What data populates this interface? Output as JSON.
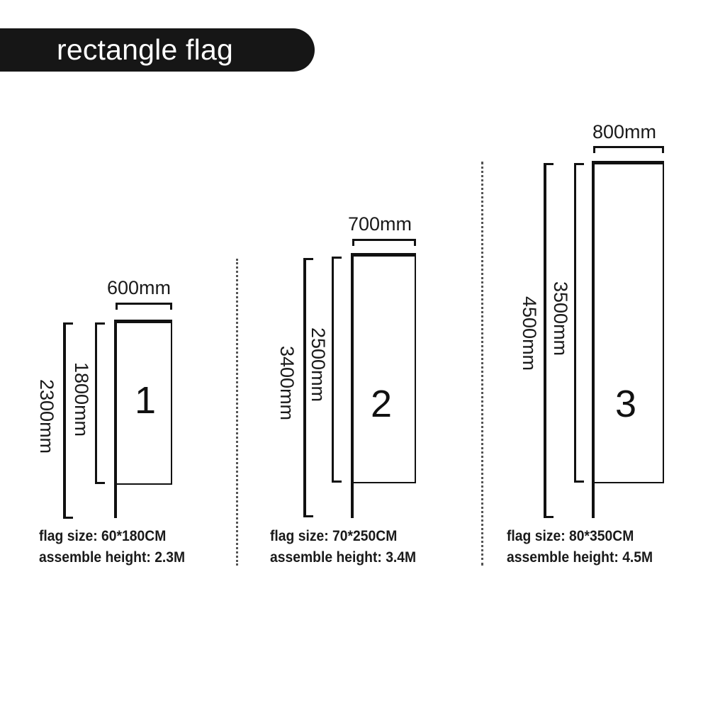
{
  "title": "rectangle flag",
  "flags": [
    {
      "number": "1",
      "width_label": "600mm",
      "flag_height_label": "1800mm",
      "total_height_label": "2300mm",
      "caption_line1": "flag size: 60*180CM",
      "caption_line2": "assemble height: 2.3M"
    },
    {
      "number": "2",
      "width_label": "700mm",
      "flag_height_label": "2500mm",
      "total_height_label": "3400mm",
      "caption_line1": "flag size: 70*250CM",
      "caption_line2": "assemble height: 3.4M"
    },
    {
      "number": "3",
      "width_label": "800mm",
      "flag_height_label": "3500mm",
      "total_height_label": "4500mm",
      "caption_line1": "flag size: 80*350CM",
      "caption_line2": "assemble height: 4.5M"
    }
  ],
  "colors": {
    "title_bg": "#161616",
    "title_text": "#ffffff",
    "line": "#111111"
  }
}
